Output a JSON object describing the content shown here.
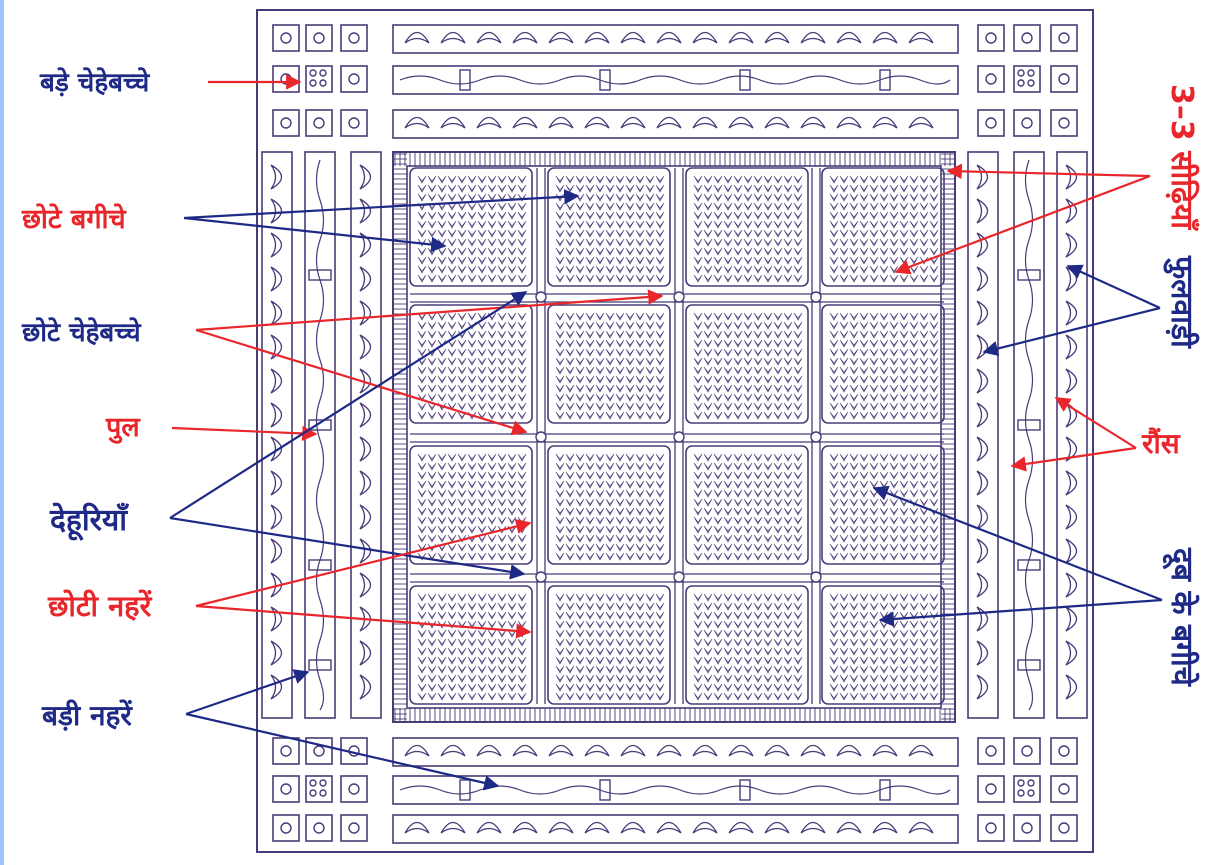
{
  "colors": {
    "ink": "#4a3b78",
    "blue_label": "#1f2a86",
    "red_label": "#e8262b",
    "arrow_blue": "#1f2a86",
    "arrow_red": "#e8262b"
  },
  "labels": {
    "bade_chehebachche": "बड़े चेहेबच्चे",
    "chhote_bagiche": "छोटे बगीचे",
    "chhote_chehebachche": "छोटे चेहेबच्चे",
    "pul": "पुल",
    "dehuriyan": "देहूरियाँ",
    "chhoti_nahren": "छोटी नहरें",
    "badi_nahren": "बड़ी नहरें",
    "seedhiyan": "3–3 सीढ़ियाँ",
    "phulwadi": "फुलवाड़ी",
    "rauns": "रौंस",
    "doob_ke_bagiche": "दूब के बगीचे"
  }
}
